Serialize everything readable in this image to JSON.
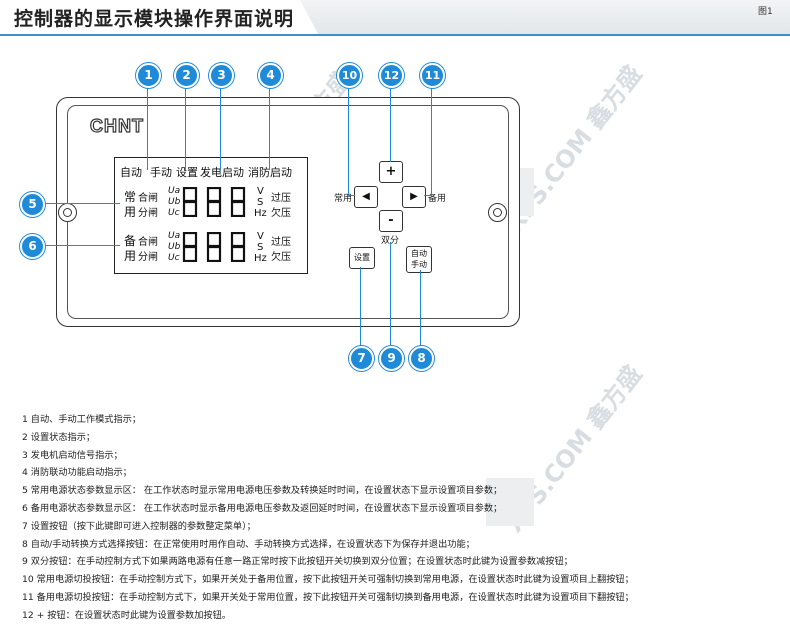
{
  "header": {
    "title": "控制器的显示模块操作界面说明",
    "figure_label": "图1"
  },
  "logo": "CHNT",
  "callouts": [
    "1",
    "2",
    "3",
    "4",
    "5",
    "6",
    "7",
    "8",
    "9",
    "10",
    "11",
    "12"
  ],
  "lcd": {
    "indicators": [
      "自动",
      "手动",
      "设置",
      "发电启动",
      "消防启动"
    ],
    "rows": [
      {
        "name_top": "常",
        "name_bottom": "用",
        "switch_top": "合闸",
        "switch_bottom": "分闸",
        "phases": [
          "Ua",
          "Ub",
          "Uc"
        ],
        "units": [
          "V",
          "S",
          "Hz"
        ],
        "alarms": [
          "过压",
          "欠压"
        ]
      },
      {
        "name_top": "备",
        "name_bottom": "用",
        "switch_top": "合闸",
        "switch_bottom": "分闸",
        "phases": [
          "Ua",
          "Ub",
          "Uc"
        ],
        "units": [
          "V",
          "S",
          "Hz"
        ],
        "alarms": [
          "过压",
          "欠压"
        ]
      }
    ]
  },
  "buttons": {
    "up": "+",
    "down": "-",
    "left": "◀",
    "right": "▶",
    "left_label": "常用",
    "right_label": "备用",
    "down_label": "双分",
    "setting": "设置",
    "auto_top": "自动",
    "auto_bottom": "手动"
  },
  "watermark": "XFS.COM 鑫方盛",
  "descriptions": [
    "1  自动、手动工作模式指示；",
    "2  设置状态指示；",
    "3  发电机启动信号指示；",
    "4  消防联动功能启动指示；",
    "5  常用电源状态参数显示区：  在工作状态时显示常用电源电压参数及转换延时时间，在设置状态下显示设置项目参数；",
    "6  备用电源状态参数显示区：  在工作状态时显示备用电源电压参数及返回延时时间，在设置状态下显示设置项目参数；",
    "7  设置按钮（按下此键即可进入控制器的参数整定菜单）；",
    "8  自动/手动转换方式选择按钮：在正常使用时用作自动、手动转换方式选择，在设置状态下为保存并退出功能；",
    "9  双分按钮：在手动控制方式下如果两路电源有任意一路正常时按下此按钮开关切换到双分位置；在设置状态时此键为设置参数减按钮；",
    "10 常用电源切投按钮：在手动控制方式下，如果开关处于备用位置，按下此按钮开关可强制切换到常用电源，在设置状态时此键为设置项目上翻按钮；",
    "11 备用电源切投按钮：在手动控制方式下，如果开关处于常用位置，按下此按钮开关可强制切换到备用电源，在设置状态时此键为设置项目下翻按钮；",
    "12 + 按钮：在设置状态时此键为设置参数加按钮。"
  ]
}
